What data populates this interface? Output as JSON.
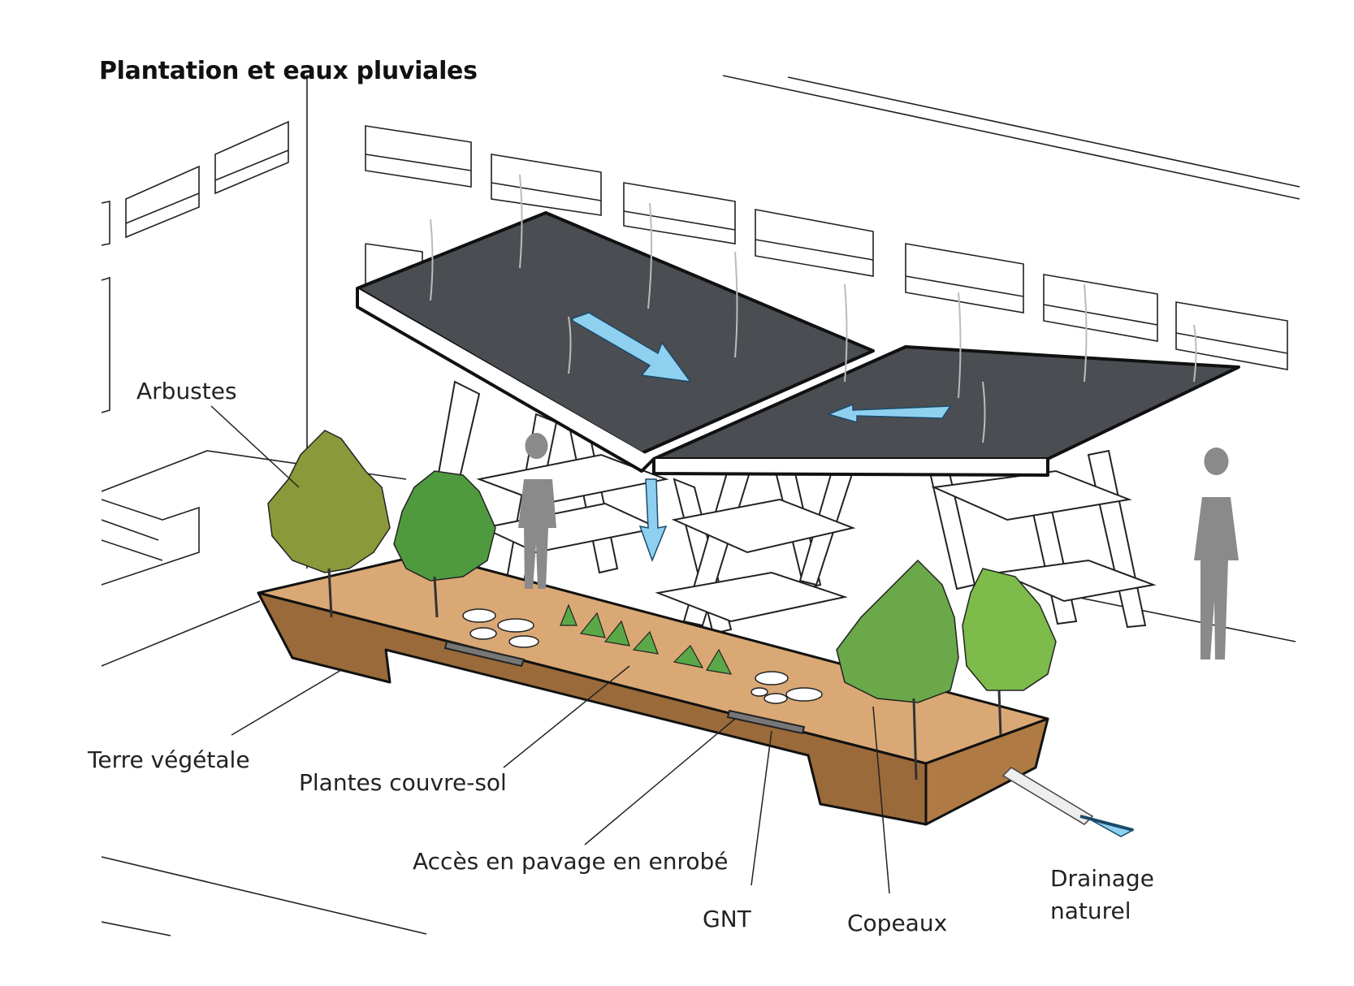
{
  "title": "Plantation et eaux pluviales",
  "labels": {
    "arbustes": "Arbustes",
    "terre_vegetale": "Terre végétale",
    "plantes_couvre_sol": "Plantes couvre-sol",
    "acces_pavage": "Accès en pavage en enrobé",
    "gnt": "GNT",
    "copeaux": "Copeaux",
    "drainage_line1": "Drainage",
    "drainage_line2": "naturel"
  },
  "colors": {
    "roof": "#4a4d52",
    "water_arrow": "#8fd0f0",
    "soil_top": "#d9a874",
    "soil_side": "#9b6a3a",
    "tree_olive": "#8a9a3a",
    "tree_green": "#4f9a3f",
    "tree_light": "#7dbb4a",
    "person": "#8a8a8a"
  }
}
